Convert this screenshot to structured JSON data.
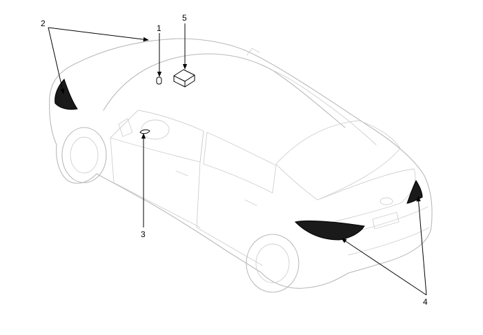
{
  "callouts": {
    "c1": "1",
    "c2": "2",
    "c3": "3",
    "c4": "4",
    "c5": "5"
  },
  "colors": {
    "line": "#000000",
    "car_outline": "#b9b9b9",
    "lamp_fill": "#1a1a1a"
  }
}
